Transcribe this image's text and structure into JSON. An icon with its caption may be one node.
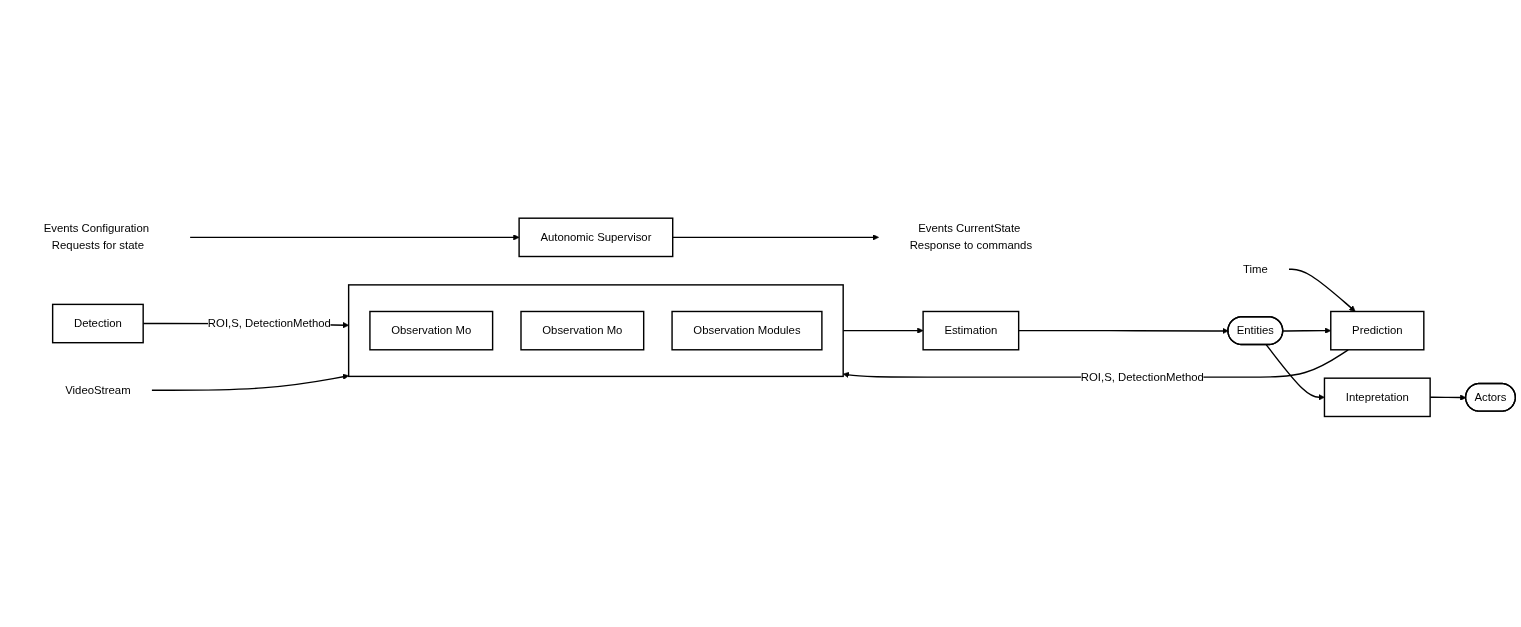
{
  "diagram": {
    "nodes": [
      {
        "text": [
          "Events Configuration Requests for state"
        ]
      },
      {
        "text": [
          "Events CurrentState Response to commands"
        ]
      },
      {
        "text": [
          "Autonomic Supervisor"
        ]
      },
      {
        "text": [
          "Time"
        ]
      },
      {
        "text": [
          "Detection"
        ]
      },
      {
        "text": [
          "Prediction"
        ]
      },
      {
        "text": [],
        "shape": "box"
      },
      {
        "text": [
          "Observation Mo"
        ],
        "in": 6
      },
      {
        "text": [
          "Observation Mo"
        ],
        "in": 6
      },
      {
        "text": [
          "Observation Modules"
        ],
        "in": 6
      },
      {
        "text": [
          "VideoStream"
        ]
      },
      {
        "text": [
          "Estimation"
        ]
      },
      {
        "text": [
          "Entities"
        ]
      },
      {
        "text": [
          "Intepretation"
        ]
      },
      {
        "text": [
          "Actors"
        ]
      }
    ],
    "edges": [
      {
        "from": 0,
        "to": 2,
        "arrow": "to"
      },
      {
        "from": 2,
        "to": 1,
        "arrow": "to"
      },
      {
        "from": 3,
        "to": 5,
        "arrow": "to"
      },
      {
        "from": 12,
        "to": 5,
        "arrow": "to"
      },
      {
        "from": 4,
        "to": 6,
        "arrow": "to",
        "label": "ROI,S, DetectionMethod"
      },
      {
        "from": 5,
        "to": 6,
        "arrow": "to",
        "label": "ROI,S, DetectionMethod"
      },
      {
        "from": 10,
        "to": 6,
        "arrow": "to"
      },
      {
        "from": 6,
        "to": 11,
        "arrow": "to"
      },
      {
        "from": 11,
        "to": 12,
        "arrow": "to"
      },
      {
        "from": 12,
        "to": 13,
        "arrow": "to"
      },
      {
        "from": 13,
        "to": 14,
        "arrow": "to"
      }
    ]
  }
}
